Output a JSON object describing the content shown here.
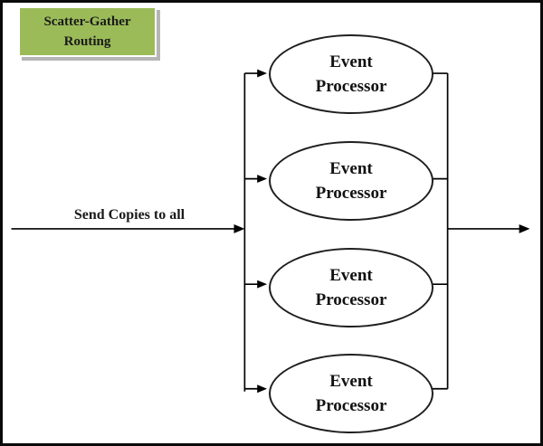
{
  "diagram": {
    "title_box": {
      "line1": "Scatter-Gather",
      "line2": "Routing",
      "bg_color": "#9bbb59",
      "shadow_color": "#b5b5b5"
    },
    "input_arrow_label": "Send Copies to all",
    "processors": [
      {
        "line1": "Event",
        "line2": "Processor"
      },
      {
        "line1": "Event",
        "line2": "Processor"
      },
      {
        "line1": "Event",
        "line2": "Processor"
      },
      {
        "line1": "Event",
        "line2": "Processor"
      }
    ],
    "line_color": "#000000",
    "border_color": "#0a0a0a"
  }
}
